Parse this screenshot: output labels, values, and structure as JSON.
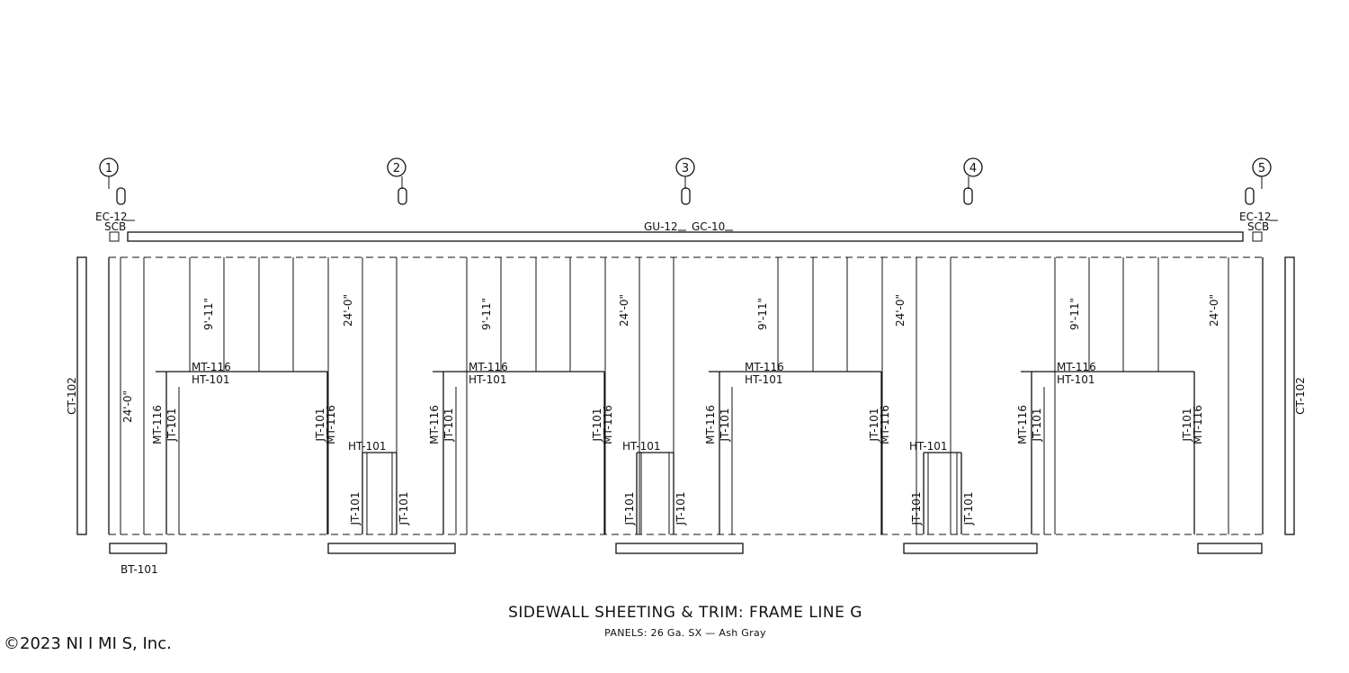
{
  "grid_lines": [
    "1",
    "2",
    "3",
    "4",
    "5"
  ],
  "top_trim": {
    "left_ec": "EC-12",
    "left_scb": "SCB",
    "gutter": "GU-12",
    "gutter_cap": "GC-10",
    "right_ec": "EC-12",
    "right_scb": "SCB"
  },
  "corner_trim": {
    "left": "CT-102",
    "right": "CT-102"
  },
  "panel_dims": {
    "end_left": "24'-0\"",
    "bays": [
      "9'-11\"",
      "24'-0\"",
      "9'-11\"",
      "24'-0\"",
      "9'-11\"",
      "24'-0\"",
      "9'-11\"",
      "24'-0\""
    ]
  },
  "opening_labels": {
    "mt": "MT-116",
    "ht": "HT-101",
    "jt": "JT-101"
  },
  "base_trim": "BT-101",
  "title": "SIDEWALL SHEETING & TRIM: FRAME LINE G",
  "subtitle": "PANELS: 26 Ga. SX — Ash Gray",
  "copyright": "©2023 NI I MI S, Inc."
}
